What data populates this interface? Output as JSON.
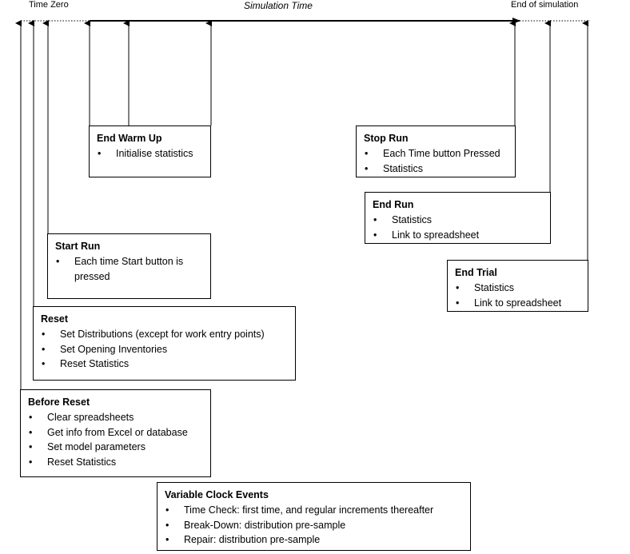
{
  "timeline": {
    "start_label": "Time Zero",
    "center_label": "Simulation Time",
    "end_label": "End of simulation"
  },
  "boxes": {
    "end_warm_up": {
      "title": "End Warm Up",
      "items": [
        "Initialise statistics"
      ]
    },
    "stop_run": {
      "title": "Stop Run",
      "items": [
        "Each Time button Pressed",
        "Statistics"
      ]
    },
    "end_run": {
      "title": "End Run",
      "items": [
        "Statistics",
        "Link to spreadsheet"
      ]
    },
    "start_run": {
      "title": "Start Run",
      "items": [
        "Each time Start button is pressed"
      ]
    },
    "end_trial": {
      "title": "End Trial",
      "items": [
        "Statistics",
        "Link to spreadsheet"
      ]
    },
    "reset": {
      "title": "Reset",
      "items": [
        "Set Distributions (except for work entry points)",
        "Set Opening Inventories",
        "Reset Statistics"
      ]
    },
    "before_reset": {
      "title": "Before Reset",
      "items": [
        "Clear spreadsheets",
        "Get info from Excel or database",
        "Set model parameters",
        "Reset Statistics"
      ]
    },
    "variable_clock_events": {
      "title": "Variable Clock Events",
      "items": [
        "Time Check: first time, and regular increments thereafter",
        "Break-Down: distribution pre-sample",
        "Repair: distribution pre-sample"
      ]
    }
  }
}
